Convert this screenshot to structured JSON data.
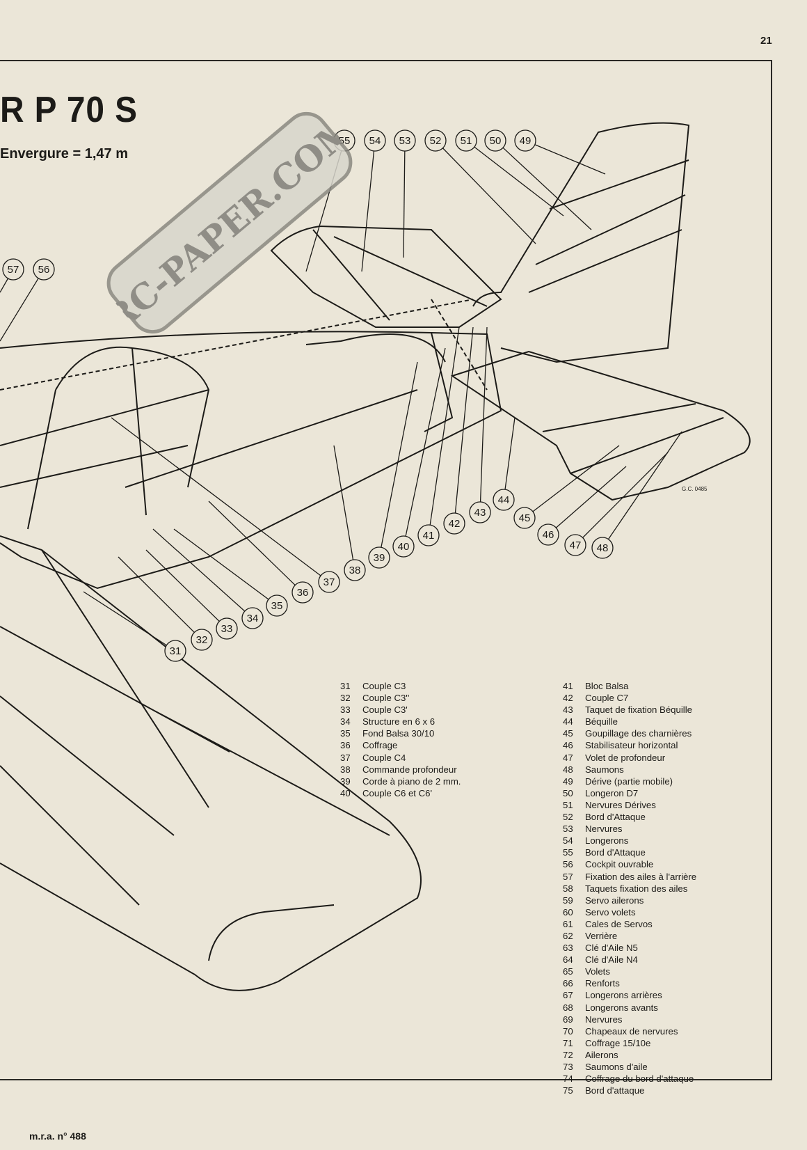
{
  "page_number": "21",
  "title": "R P 70 S",
  "subtitle": "Envergure = 1,47 m",
  "footer": "m.r.a. n° 488",
  "watermark": "RC-PAPER.COM",
  "drawing_signature": "G.C. 0485",
  "callouts": [
    "31",
    "32",
    "33",
    "34",
    "35",
    "36",
    "37",
    "38",
    "39",
    "40",
    "41",
    "42",
    "43",
    "44",
    "45",
    "46",
    "47",
    "48",
    "49",
    "50",
    "51",
    "52",
    "53",
    "54",
    "55",
    "56",
    "57"
  ],
  "legend_left": [
    {
      "num": "31",
      "label": "Couple C3"
    },
    {
      "num": "32",
      "label": "Couple C3''"
    },
    {
      "num": "33",
      "label": "Couple C3'"
    },
    {
      "num": "34",
      "label": "Structure en 6 x 6"
    },
    {
      "num": "35",
      "label": "Fond Balsa 30/10"
    },
    {
      "num": "36",
      "label": "Coffrage"
    },
    {
      "num": "37",
      "label": "Couple C4"
    },
    {
      "num": "38",
      "label": "Commande profondeur"
    },
    {
      "num": "39",
      "label": "Corde à piano de 2 mm."
    },
    {
      "num": "40",
      "label": "Couple C6 et C6'"
    }
  ],
  "legend_right": [
    {
      "num": "41",
      "label": "Bloc Balsa"
    },
    {
      "num": "42",
      "label": "Couple C7"
    },
    {
      "num": "43",
      "label": "Taquet de fixation Béquille"
    },
    {
      "num": "44",
      "label": "Béquille"
    },
    {
      "num": "45",
      "label": "Goupillage des charnières"
    },
    {
      "num": "46",
      "label": "Stabilisateur horizontal"
    },
    {
      "num": "47",
      "label": "Volet de profondeur"
    },
    {
      "num": "48",
      "label": "Saumons"
    },
    {
      "num": "49",
      "label": "Dérive (partie mobile)"
    },
    {
      "num": "50",
      "label": "Longeron D7"
    },
    {
      "num": "51",
      "label": "Nervures Dérives"
    },
    {
      "num": "52",
      "label": "Bord d'Attaque"
    },
    {
      "num": "53",
      "label": "Nervures"
    },
    {
      "num": "54",
      "label": "Longerons"
    },
    {
      "num": "55",
      "label": "Bord d'Attaque"
    },
    {
      "num": "56",
      "label": "Cockpit ouvrable"
    },
    {
      "num": "57",
      "label": "Fixation des ailes à l'arrière"
    },
    {
      "num": "58",
      "label": "Taquets fixation des ailes"
    },
    {
      "num": "59",
      "label": "Servo ailerons"
    },
    {
      "num": "60",
      "label": "Servo volets"
    },
    {
      "num": "61",
      "label": "Cales de Servos"
    },
    {
      "num": "62",
      "label": "Verrière"
    },
    {
      "num": "63",
      "label": "Clé d'Aile N5"
    },
    {
      "num": "64",
      "label": "Clé d'Aile N4"
    },
    {
      "num": "65",
      "label": "Volets"
    },
    {
      "num": "66",
      "label": "Renforts"
    },
    {
      "num": "67",
      "label": "Longerons arrières"
    },
    {
      "num": "68",
      "label": "Longerons avants"
    },
    {
      "num": "69",
      "label": "Nervures"
    },
    {
      "num": "70",
      "label": "Chapeaux de nervures"
    },
    {
      "num": "71",
      "label": "Coffrage 15/10e"
    },
    {
      "num": "72",
      "label": "Ailerons"
    },
    {
      "num": "73",
      "label": "Saumons d'aile"
    },
    {
      "num": "74",
      "label": "Coffrage du bord d'attaque"
    },
    {
      "num": "75",
      "label": "Bord d'attaque"
    }
  ],
  "colors": {
    "paper": "#ebe6d8",
    "ink": "#1c1b18",
    "watermark": "#9a9890"
  }
}
